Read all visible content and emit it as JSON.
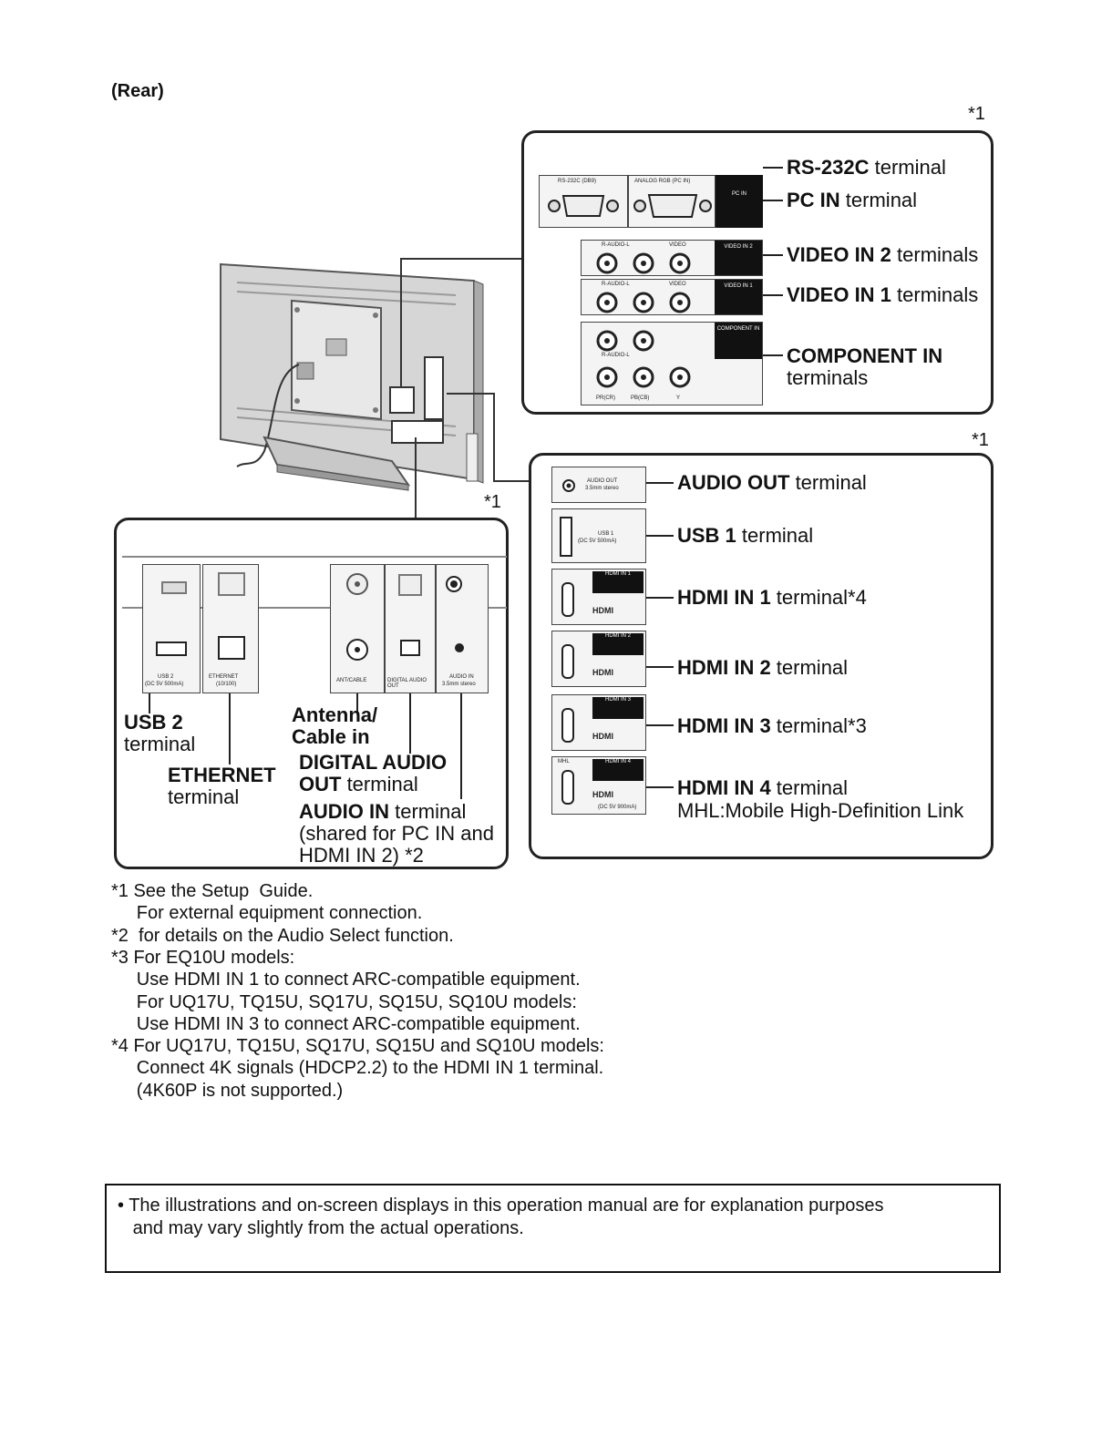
{
  "heading": "(Rear)",
  "stars": {
    "top_right": "*1",
    "bottom_right": "*1",
    "bottom_left": "*1"
  },
  "top_panel": {
    "ports": {
      "rs232c": "RS-232C (DB9)",
      "analog_rgb": "ANALOG RGB (PC IN)",
      "pc_in_tag": "PC IN",
      "video_in2_tag": "VIDEO IN 2",
      "video_in1_tag": "VIDEO IN 1",
      "component_tag": "COMPONENT IN",
      "raudiol": "R-AUDIO-L",
      "video": "VIDEO",
      "pr": "PR(CR)",
      "pb": "PB(CB)",
      "y": "Y"
    },
    "labels": {
      "rs232c_bold": "RS-232C",
      "rs232c_rest": " terminal",
      "pcin_bold": "PC IN",
      "pcin_rest": " terminal",
      "video2_bold": "VIDEO IN 2",
      "video2_rest": " terminals",
      "video1_bold": "VIDEO IN 1",
      "video1_rest": " terminals",
      "component_bold": "COMPONENT IN",
      "component_rest": "terminals"
    }
  },
  "side_panel": {
    "ports": {
      "audio_out": "AUDIO OUT",
      "audio_out_sub": "3.5mm stereo",
      "usb1": "USB 1",
      "usb1_sub": "(DC 5V 500mA)",
      "hdmi1_tag": "HDMI IN 1",
      "hdmi2_tag": "HDMI IN 2",
      "hdmi3_tag": "HDMI IN 3",
      "hdmi4_tag": "HDMI IN 4",
      "mhl": "MHL",
      "hdmi4_sub": "(DC 5V 900mA)",
      "hdmi_logo": "HDMI"
    },
    "labels": {
      "audio_out_bold": "AUDIO OUT",
      "audio_out_rest": " terminal",
      "usb1_bold": "USB 1",
      "usb1_rest": " terminal",
      "hdmi1_bold": "HDMI IN 1",
      "hdmi1_rest": " terminal*4",
      "hdmi2_bold": "HDMI IN 2",
      "hdmi2_rest": " terminal",
      "hdmi3_bold": "HDMI IN 3",
      "hdmi3_rest": " terminal*3",
      "hdmi4_bold": "HDMI IN 4",
      "hdmi4_rest": " terminal",
      "mhl_line": "MHL:Mobile High-Definition Link"
    }
  },
  "bottom_panel": {
    "ports": {
      "usb2": "USB 2",
      "usb2_sub": "(DC 5V 500mA)",
      "ethernet": "ETHERNET",
      "ethernet_sub": "(10/100)",
      "anticable": "ANT/CABLE",
      "digital_audio": "DIGITAL AUDIO OUT",
      "audio_in": "AUDIO IN",
      "audio_in_sub": "3.5mm stereo"
    },
    "labels": {
      "usb2_bold": "USB 2",
      "usb2_rest": "terminal",
      "ethernet_bold": "ETHERNET",
      "ethernet_rest": "terminal",
      "antenna_l1": "Antenna/",
      "antenna_l2": "Cable in",
      "digital_bold": "DIGITAL AUDIO",
      "digital_l2_bold": "OUT",
      "digital_l2_rest": " terminal",
      "audio_in_bold": "AUDIO IN",
      "audio_in_rest": " terminal",
      "audio_in_l2": "(shared for PC IN and",
      "audio_in_l3": "HDMI IN 2) *2"
    }
  },
  "footnotes": [
    "*1 See the Setup  Guide.",
    "     For external equipment connection.",
    "*2  for details on the Audio Select function.",
    "*3 For EQ10U models:",
    "     Use HDMI IN 1 to connect ARC-compatible equipment.",
    "     For UQ17U, TQ15U, SQ17U, SQ15U, SQ10U models:",
    "     Use HDMI IN 3 to connect ARC-compatible equipment.",
    "*4 For UQ17U, TQ15U, SQ17U, SQ15U and SQ10U models:",
    "     Connect 4K signals (HDCP2.2) to the HDMI IN 1 terminal.",
    "     (4K60P is not supported.)"
  ],
  "notice": {
    "line1": "• The illustrations and on-screen displays in this operation manual are for explanation purposes",
    "line2": "   and may vary slightly from the actual operations."
  }
}
